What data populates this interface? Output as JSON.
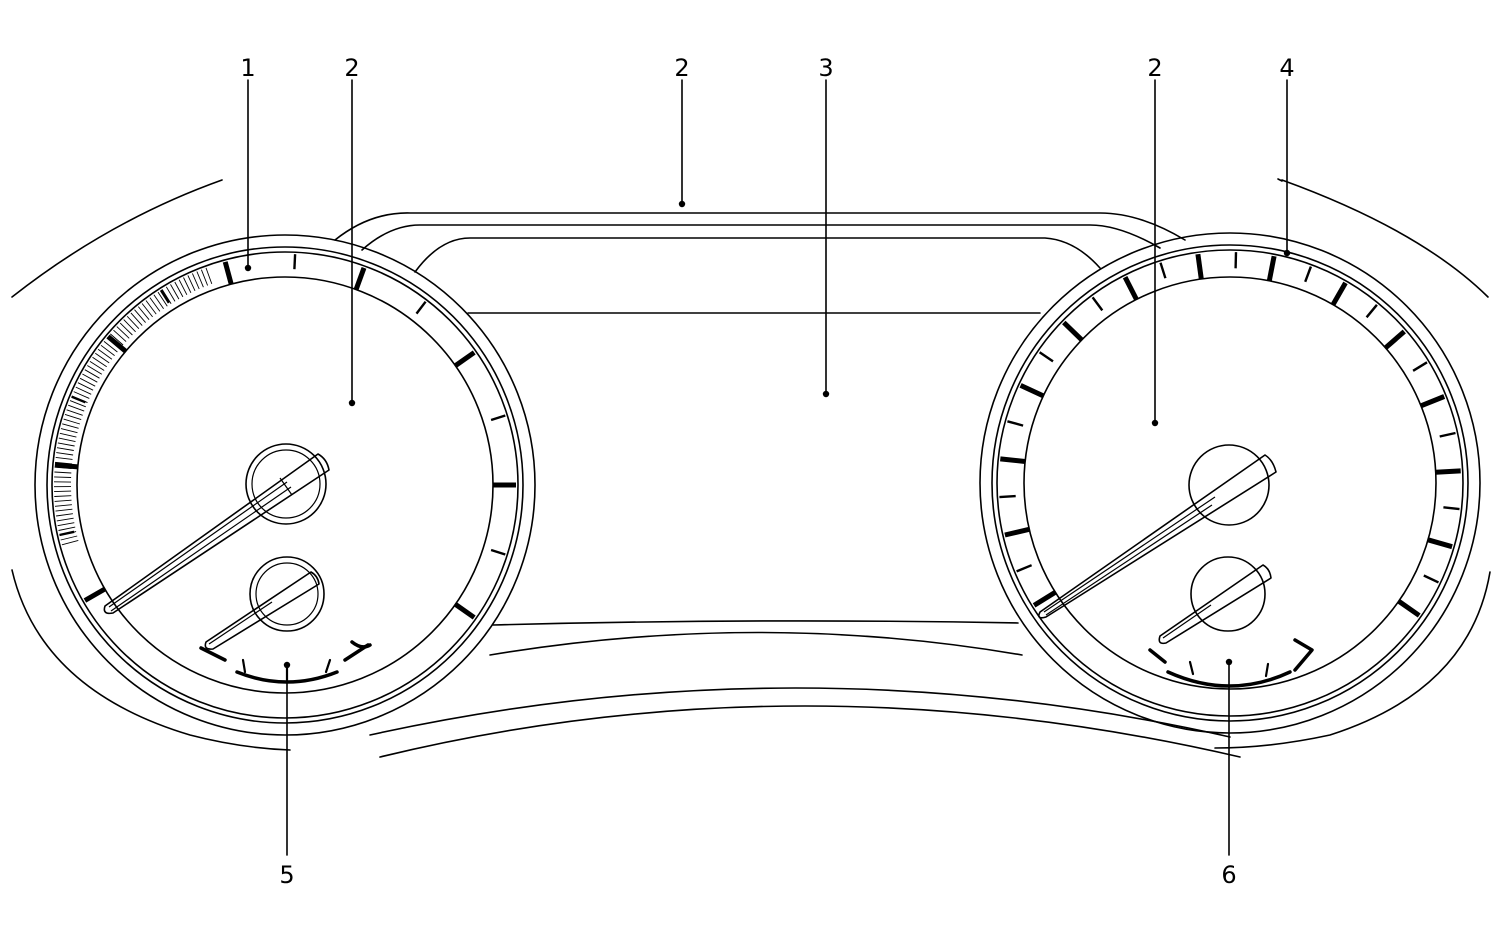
{
  "diagram": {
    "callouts": [
      {
        "id": "c1",
        "number": "1"
      },
      {
        "id": "c2a",
        "number": "2"
      },
      {
        "id": "c2b",
        "number": "2"
      },
      {
        "id": "c3",
        "number": "3"
      },
      {
        "id": "c2c",
        "number": "2"
      },
      {
        "id": "c4",
        "number": "4"
      },
      {
        "id": "c5",
        "number": "5"
      },
      {
        "id": "c6",
        "number": "6"
      }
    ]
  }
}
